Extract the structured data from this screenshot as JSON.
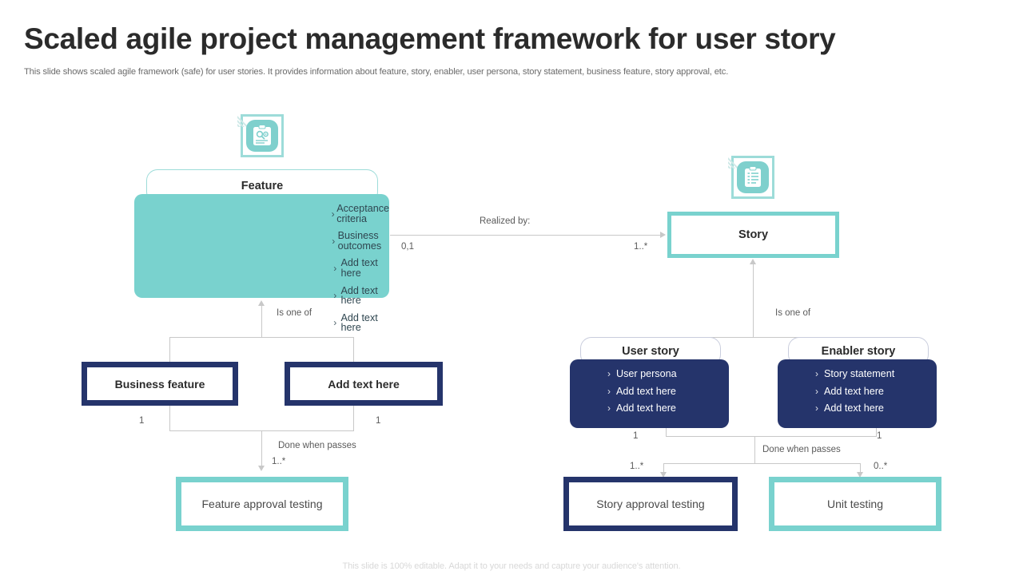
{
  "slide": {
    "title": "Scaled agile project management framework for user story",
    "subtitle": "This slide shows scaled agile framework (safe) for user stories. It provides information about feature, story,  enabler, user persona, story statement, business feature, story approval, etc.",
    "footer": "This slide is 100% editable. Adapt it to your needs and capture your audience's attention."
  },
  "colors": {
    "teal": "#79d2ce",
    "teal_light": "#9ddcd9",
    "navy": "#25346b",
    "connector": "#c8c8c8",
    "title": "#2b2b2b",
    "subtitle": "#6b6b6b",
    "footer": "#d8d8d8"
  },
  "icons": {
    "feature": "clipboard-gear-icon",
    "story": "clipboard-checklist-icon"
  },
  "cards": {
    "feature": {
      "title": "Feature",
      "items": [
        "Acceptance criteria",
        "Business outcomes",
        "Add text here",
        "Add text here",
        "Add text here"
      ],
      "chevron": "›"
    },
    "user_story": {
      "title": "User story",
      "items": [
        "User persona",
        "Add text here",
        "Add text here"
      ],
      "chevron": "›"
    },
    "enabler_story": {
      "title": "Enabler story",
      "items": [
        "Story statement",
        "Add text here",
        "Add text here"
      ],
      "chevron": "›"
    }
  },
  "boxes": {
    "story": "Story",
    "business_feature": "Business feature",
    "add_text_here": "Add text here",
    "feature_approval_testing": "Feature approval testing",
    "story_approval_testing": "Story approval testing",
    "unit_testing": "Unit testing"
  },
  "labels": {
    "realized_by": "Realized by:",
    "realized_from_card": "0,1",
    "realized_to_card": "1..*",
    "is_one_of_left": "Is one of",
    "is_one_of_right": "Is one of",
    "business_feature_card": "1",
    "add_text_card": "1",
    "done_when_passes_left": "Done when  passes",
    "feature_testing_card": "1..*",
    "user_story_card": "1",
    "enabler_story_card": "1",
    "done_when_passes_right": "Done when  passes",
    "story_testing_card": "1..*",
    "unit_testing_card": "0..*"
  }
}
